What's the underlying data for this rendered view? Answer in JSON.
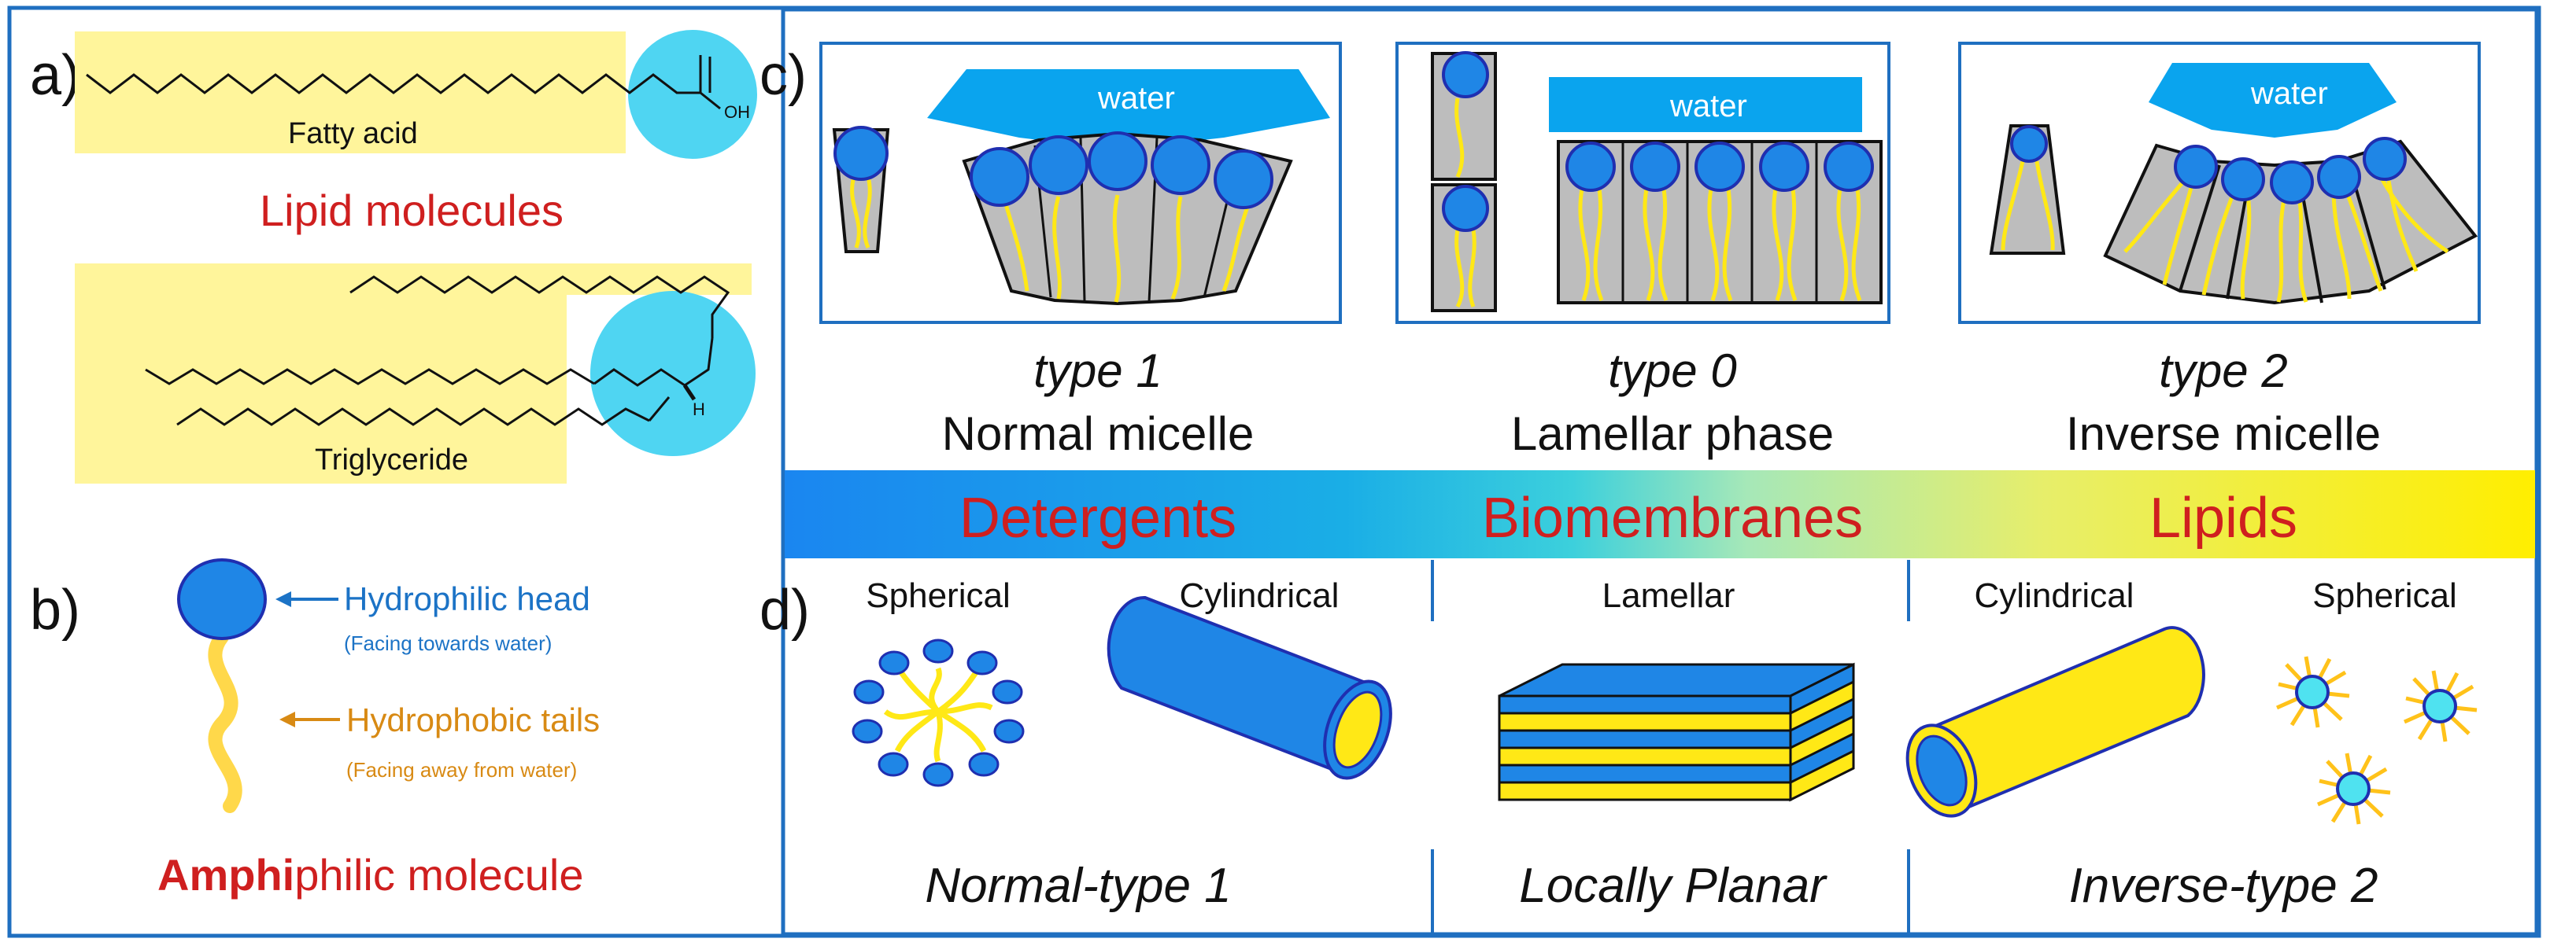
{
  "panels": {
    "a": {
      "label": "a)",
      "fatty_acid_label": "Fatty acid",
      "oh_label": "OH",
      "heading": "Lipid molecules",
      "triglyceride_label": "Triglyceride",
      "h_label": "H"
    },
    "b": {
      "label": "b)",
      "head_label": "Hydrophilic head",
      "head_note": "(Facing towards water)",
      "tail_label": "Hydrophobic tails",
      "tail_note": "(Facing away from water)",
      "title_bold": "Amphi",
      "title_rest": "philic molecule"
    },
    "c": {
      "label": "c)",
      "water_label": "water",
      "phases": [
        {
          "type": "type 1",
          "name": "Normal micelle"
        },
        {
          "type": "type 0",
          "name": "Lamellar phase"
        },
        {
          "type": "type 2",
          "name": "Inverse micelle"
        }
      ]
    },
    "bar": {
      "labels": [
        "Detergents",
        "Biomembranes",
        "Lipids"
      ]
    },
    "d": {
      "label": "d)",
      "shapes": [
        "Spherical",
        "Cylindrical",
        "Lamellar",
        "Cylindrical",
        "Spherical"
      ],
      "captions": [
        "Normal-type 1",
        "Locally Planar",
        "Inverse-type 2"
      ]
    }
  },
  "colors": {
    "frame": "#1f6fc0",
    "head_blue": "#1f86e6",
    "head_outline": "#1f2fb0",
    "tail_yellow": "#ffe816",
    "cyan_circle": "#4fd5f2",
    "highlight": "#fff59b",
    "water": "#0aa4ee",
    "red_text": "#cf1f1f",
    "blue_text": "#1c73c6",
    "orange_text": "#d88a14",
    "grey_body": "#bdbdbd"
  }
}
